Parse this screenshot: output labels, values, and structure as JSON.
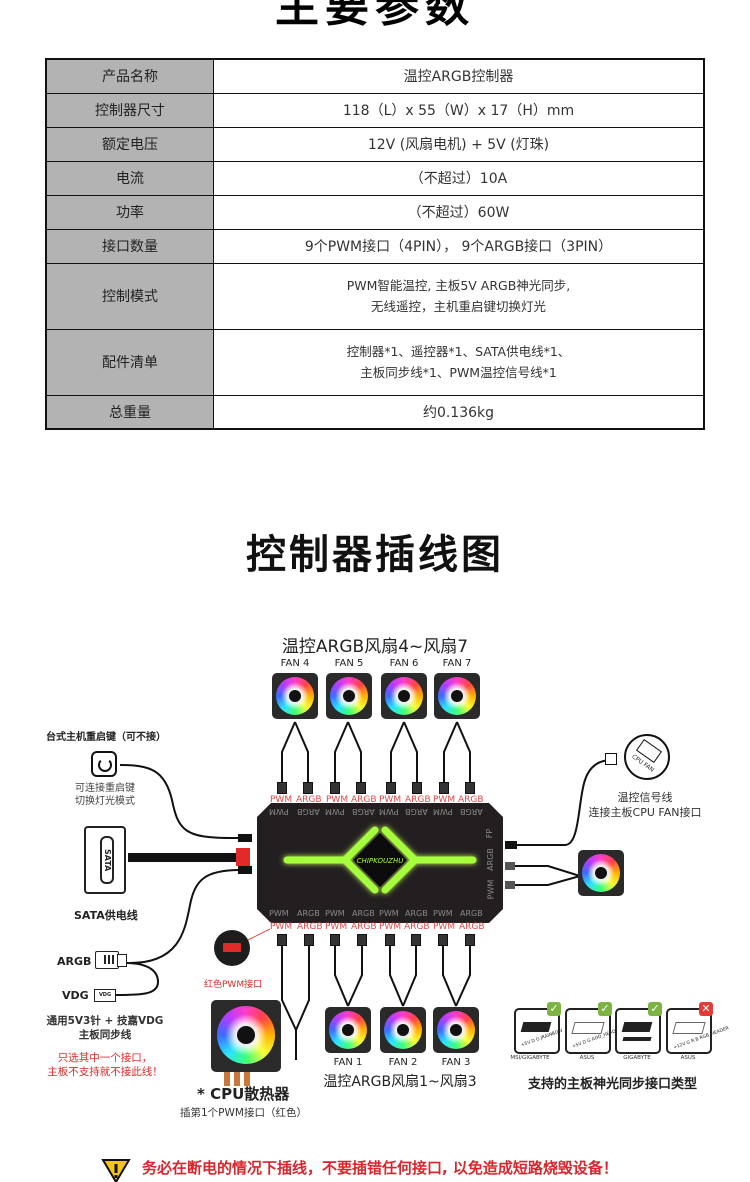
{
  "header": {
    "top_title": "主要参数"
  },
  "spec_table": {
    "rows": [
      {
        "key": "产品名称",
        "value": "温控ARGB控制器"
      },
      {
        "key": "控制器尺寸",
        "value": "118（L）x 55（W）x 17（H）mm"
      },
      {
        "key": "额定电压",
        "value": "12V (风扇电机) + 5V (灯珠)"
      },
      {
        "key": "电流",
        "value": "（不超过）10A"
      },
      {
        "key": "功率",
        "value": "（不超过）60W"
      },
      {
        "key": "接口数量",
        "value": "9个PWM接口（4PIN）， 9个ARGB接口（3PIN）"
      },
      {
        "key": "控制模式",
        "value_line1": "PWM智能温控, 主板5V ARGB神光同步,",
        "value_line2": "无线遥控，主机重启键切换灯光"
      },
      {
        "key": "配件清单",
        "value_line1": "控制器*1、遥控器*1、SATA供电线*1、",
        "value_line2": "主板同步线*1、PWM温控信号线*1"
      },
      {
        "key": "总重量",
        "value": "约0.136kg"
      }
    ]
  },
  "diagram": {
    "title": "控制器插线图",
    "top_group_label": "温控ARGB风扇4~风扇7",
    "top_fans": [
      "FAN 4",
      "FAN 5",
      "FAN 6",
      "FAN 7"
    ],
    "bottom_fans": [
      "FAN 1",
      "FAN 2",
      "FAN 3"
    ],
    "bottom_group_label": "温控ARGB风扇1~风扇3",
    "port_labels_pwm": "PWM",
    "port_labels_argb": "ARGB",
    "controller_logo": "CHIPKOUZHU",
    "controller_side_right": [
      "FP",
      "ARGB",
      "PWM"
    ],
    "restart_button": {
      "title": "台式主机重启键（可不接）",
      "desc_line1": "可连接重启键",
      "desc_line2": "切换灯光模式"
    },
    "sata": {
      "connector_text": "SATA",
      "label": "SATA供电线"
    },
    "sync_cable": {
      "argb_label": "ARGB",
      "vdg_label": "VDG",
      "vdg_connector_text": "VDG",
      "desc_line1": "通用5V3针 + 技嘉VDG",
      "desc_line2": "主板同步线",
      "warning_line1": "只选其中一个接口，",
      "warning_line2": "主板不支持就不接此线！"
    },
    "red_pwm_label": "红色PWM接口",
    "cpu_cooler": {
      "title": "* CPU散热器",
      "desc": "插第1个PWM接口（红色）"
    },
    "cpu_fan_signal": {
      "icon_text": "CPU FAN",
      "line1": "温控信号线",
      "line2": "连接主板CPU FAN接口"
    },
    "supported_headers": {
      "title": "支持的主板神光同步接口类型",
      "items": [
        {
          "brand": "MSI/GIGABYTE",
          "supported": true,
          "header_text": "+5V D G JRAINBOW"
        },
        {
          "brand": "ASUS",
          "supported": true,
          "header_text": "+5V D G ADD_HEADER"
        },
        {
          "brand": "GIGABYTE",
          "supported": true,
          "header_text": ""
        },
        {
          "brand": "ASUS",
          "supported": false,
          "header_text": "+12V G R B RGB_HEADER"
        }
      ]
    }
  },
  "footer_warning": "务必在断电的情况下插线，不要插错任何接口, 以免造成短路烧毁设备！",
  "colors": {
    "accent_red": "#e02a2a",
    "check_green": "#7cb342",
    "cross_red": "#e53935",
    "glow_green": "#9bff3c",
    "table_key_bg": "#b3b3b3"
  }
}
